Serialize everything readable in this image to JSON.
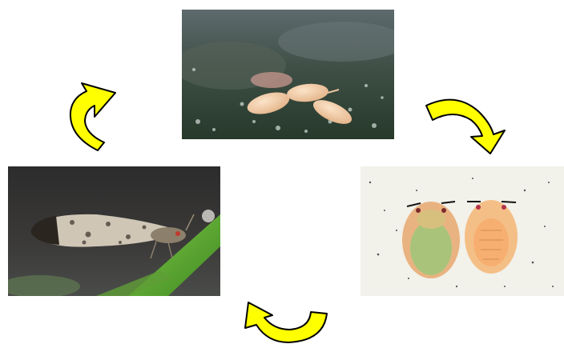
{
  "diagram": {
    "kind": "life-cycle",
    "stages": [
      {
        "id": "eggs",
        "image": "eggs-photo"
      },
      {
        "id": "nymphs",
        "image": "nymphs-photo"
      },
      {
        "id": "adult",
        "image": "adult-psyllid-photo"
      }
    ],
    "arrows": [
      {
        "from": "eggs",
        "to": "nymphs",
        "icon": "curved-arrow-icon"
      },
      {
        "from": "nymphs",
        "to": "adult",
        "icon": "curved-arrow-icon"
      },
      {
        "from": "adult",
        "to": "eggs",
        "icon": "curved-arrow-icon"
      }
    ],
    "colors": {
      "arrow_fill": "#ffff00",
      "arrow_stroke": "#000000",
      "background": "#ffffff"
    }
  }
}
